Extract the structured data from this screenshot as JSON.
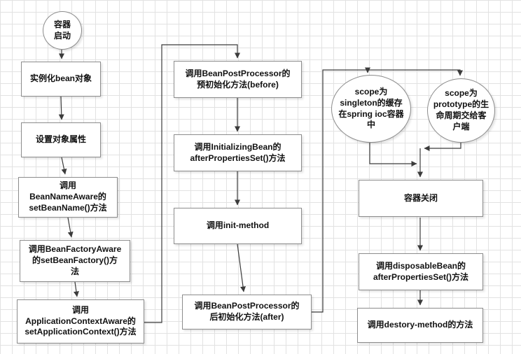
{
  "diagram": {
    "nodes": {
      "start": {
        "label": "容器\n启动",
        "shape": "ellipse"
      },
      "instantiate": {
        "label": "实例化bean对象",
        "shape": "rect"
      },
      "set_properties": {
        "label": "设置对象属性",
        "shape": "rect"
      },
      "bean_name_aware": {
        "label": "调用\nBeanNameAware的\nsetBeanName()方法",
        "shape": "rect"
      },
      "bean_factory_aware": {
        "label": "调用BeanFactoryAware\n的setBeanFactory()方\n法",
        "shape": "rect"
      },
      "application_context_aware": {
        "label": "调用\nApplicationContextAware的\nsetApplicationContext()方法",
        "shape": "rect"
      },
      "post_process_before": {
        "label": "调用BeanPostProcessor的\n预初始化方法(before)",
        "shape": "rect"
      },
      "initializing_bean": {
        "label": "调用InitializingBean的\nafterPropertiesSet()方法",
        "shape": "rect"
      },
      "init_method": {
        "label": "调用init-method",
        "shape": "rect"
      },
      "post_process_after": {
        "label": "调用BeanPostProcessor的\n后初始化方法(after)",
        "shape": "rect"
      },
      "scope_singleton": {
        "label": "scope为\nsingleton的缓存\n在spring ioc容器\n中",
        "shape": "ellipse"
      },
      "scope_prototype": {
        "label": "scope为\nprototype的生\n命周期交给客\n户端",
        "shape": "ellipse"
      },
      "container_close": {
        "label": "容器关闭",
        "shape": "rect"
      },
      "disposable_bean": {
        "label": "调用disposableBean的\nafterPropertiesSet()方法",
        "shape": "rect"
      },
      "destroy_method": {
        "label": "调用destory-method的方法",
        "shape": "rect"
      }
    },
    "edges": [
      {
        "from": "start",
        "to": "instantiate"
      },
      {
        "from": "instantiate",
        "to": "set_properties"
      },
      {
        "from": "set_properties",
        "to": "bean_name_aware"
      },
      {
        "from": "bean_name_aware",
        "to": "bean_factory_aware"
      },
      {
        "from": "bean_factory_aware",
        "to": "application_context_aware"
      },
      {
        "from": "application_context_aware",
        "to": "post_process_before"
      },
      {
        "from": "post_process_before",
        "to": "initializing_bean"
      },
      {
        "from": "initializing_bean",
        "to": "init_method"
      },
      {
        "from": "init_method",
        "to": "post_process_after"
      },
      {
        "from": "post_process_after",
        "to": "scope_singleton"
      },
      {
        "from": "post_process_after",
        "to": "scope_prototype"
      },
      {
        "from": "scope_singleton",
        "to": "container_close"
      },
      {
        "from": "scope_prototype",
        "to": "container_close"
      },
      {
        "from": "container_close",
        "to": "disposable_bean"
      },
      {
        "from": "disposable_bean",
        "to": "destroy_method"
      }
    ],
    "colors": {
      "node_border": "#8c8c8c",
      "node_fill": "#ffffff",
      "connector": "#3b3b3b",
      "grid_line": "#e2e2e2"
    }
  }
}
